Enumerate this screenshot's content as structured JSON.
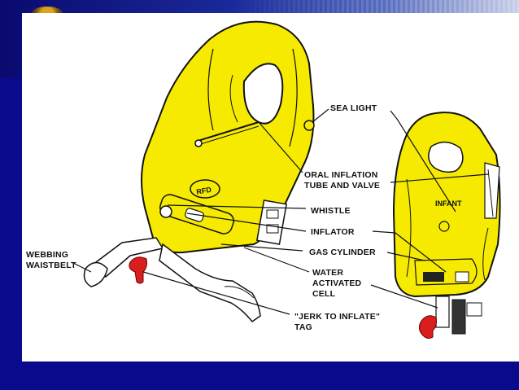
{
  "labels": {
    "sea_light": "SEA LIGHT",
    "oral_line1": "ORAL INFLATION",
    "oral_line2": "TUBE AND VALVE",
    "whistle": "WHISTLE",
    "inflator": "INFLATOR",
    "gas_cylinder": "GAS CYLINDER",
    "water_line1": "WATER",
    "water_line2": "ACTIVATED",
    "water_line3": "CELL",
    "webbing_line1": "WEBBING",
    "webbing_line2": "WAISTBELT",
    "jerk_line1": "\"JERK TO INFLATE\"",
    "jerk_line2": "TAG",
    "vest_mark": "RFD",
    "infant_mark": "INFANT"
  },
  "colors": {
    "vest_yellow": "#f5ea00",
    "tag_red": "#d91e1e",
    "slide_blue": "#0a0a8c",
    "outline": "#111111"
  }
}
